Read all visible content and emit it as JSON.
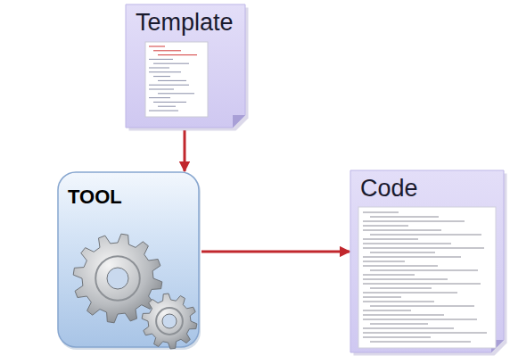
{
  "diagram": {
    "nodes": [
      {
        "text": [
          "Template"
        ]
      },
      {
        "text": [
          "TOOL"
        ]
      },
      {
        "text": [
          "Code"
        ]
      }
    ],
    "edges": [
      {
        "from": 0,
        "to": 1,
        "arrow": "to"
      },
      {
        "from": 1,
        "to": 2,
        "arrow": "to"
      }
    ]
  }
}
